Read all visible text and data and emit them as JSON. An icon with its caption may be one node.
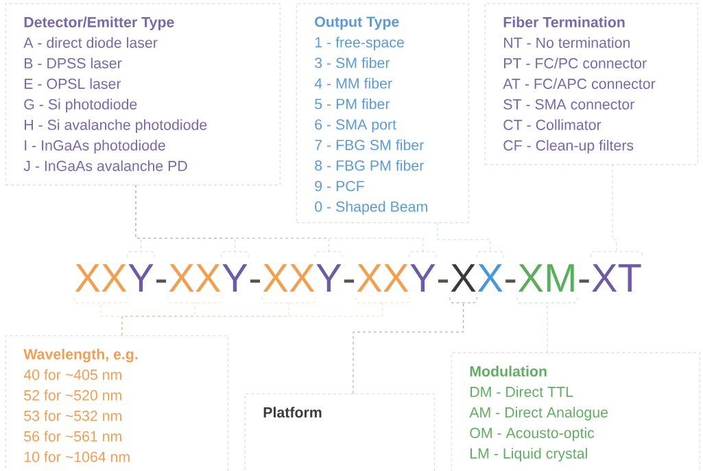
{
  "diagram": {
    "nodes": [
      {
        "text": [
          "Detector/Emitter Type",
          "A - direct diode laser",
          "B - DPSS laser",
          "E - OPSL laser",
          "G - Si photodiode",
          "H - Si avalanche photodiode",
          "I  - InGaAs photodiode",
          "J - InGaAs avalanche PD"
        ]
      },
      {
        "text": [
          "Output Type",
          "1 - free-space",
          "3 - SM fiber",
          "4 - MM fiber",
          "5 - PM fiber",
          "6 - SMA port",
          "7 - FBG SM fiber",
          "8 - FBG PM fiber",
          "9 - PCF",
          "0 - Shaped Beam"
        ]
      },
      {
        "text": [
          "Fiber Termination",
          "NT - No termination",
          "PT - FC/PC connector",
          "AT - FC/APC connector",
          "ST - SMA connector",
          "CT - Collimator",
          "CF - Clean-up filters"
        ]
      },
      {
        "text": [
          "XX"
        ]
      },
      {
        "text": [
          "Y"
        ]
      },
      {
        "text": [
          "XX"
        ]
      },
      {
        "text": [
          "Y"
        ]
      },
      {
        "text": [
          "XX"
        ]
      },
      {
        "text": [
          "Y"
        ]
      },
      {
        "text": [
          "XX"
        ]
      },
      {
        "text": [
          "Y"
        ]
      },
      {
        "text": [
          "X"
        ]
      },
      {
        "text": [
          "X"
        ]
      },
      {
        "text": [
          "XM"
        ]
      },
      {
        "text": [
          "XT"
        ]
      },
      {
        "text": [
          "Wavelength, e.g.",
          "40 for ~405 nm",
          "52 for ~520 nm",
          "53 for ~532 nm",
          "56 for ~561 nm",
          "10 for ~1064 nm"
        ]
      },
      {
        "text": [
          "Platform"
        ]
      },
      {
        "text": [
          "Modulation",
          "DM - Direct TTL",
          "AM - Direct Analogue",
          "OM - Acousto-optic",
          "LM - Liquid crystal"
        ]
      }
    ],
    "edges": [
      {
        "from": 0,
        "to": 4,
        "arrow": "none",
        "style": "dashed"
      },
      {
        "from": 0,
        "to": 6,
        "arrow": "none",
        "style": "dashed"
      },
      {
        "from": 0,
        "to": 8,
        "arrow": "none",
        "style": "dashed"
      },
      {
        "from": 0,
        "to": 10,
        "arrow": "none",
        "style": "dashed"
      },
      {
        "from": 1,
        "to": 12,
        "arrow": "none",
        "style": "dashed",
        "color": "#8ab4e0"
      },
      {
        "from": 2,
        "to": 14,
        "arrow": "none",
        "style": "dashed"
      },
      {
        "from": 15,
        "to": 3,
        "arrow": "none",
        "style": "dashed",
        "color": "#f0b888"
      },
      {
        "from": 15,
        "to": 5,
        "arrow": "none",
        "style": "dashed",
        "color": "#f0b888"
      },
      {
        "from": 15,
        "to": 7,
        "arrow": "none",
        "style": "dashed",
        "color": "#f0b888"
      },
      {
        "from": 15,
        "to": 9,
        "arrow": "none",
        "style": "dashed",
        "color": "#f0b888"
      },
      {
        "from": 16,
        "to": 11,
        "arrow": "none",
        "style": "dashed",
        "color": "#505050"
      },
      {
        "from": 17,
        "to": 13,
        "arrow": "none",
        "style": "dashed",
        "color": "#88c090"
      }
    ],
    "labels": [
      "-",
      "-",
      "-",
      "-",
      "-",
      "-"
    ]
  }
}
